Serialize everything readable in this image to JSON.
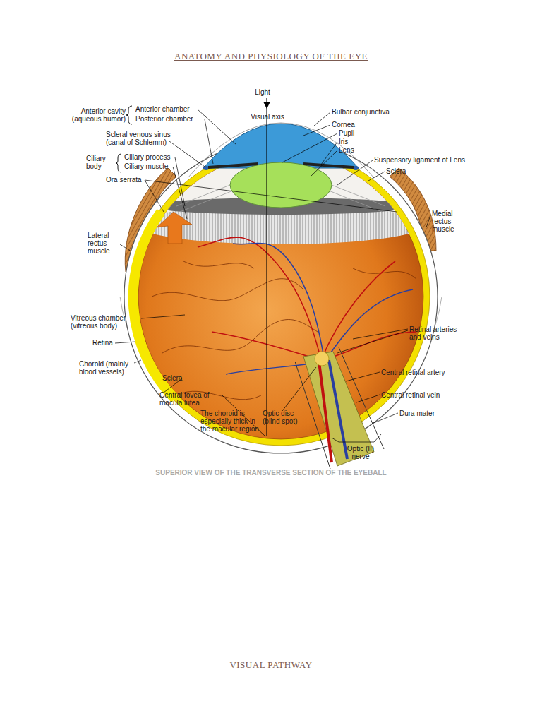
{
  "diagram": {
    "title": "ANATOMY AND PHYSIOLOGY OF THE EYE",
    "caption": "SUPERIOR VIEW OF THE TRANSVERSE SECTION OF THE EYEBALL",
    "labels": [
      "Light",
      "Visual axis",
      "Anterior cavity (aqueous humor)",
      "Anterior chamber",
      "Posterior chamber",
      "Bulbar conjunctiva",
      "Cornea",
      "Scleral venous sinus (canal of Schlemm)",
      "Pupil",
      "Iris",
      "Lens",
      "Ciliary body",
      "Ciliary process",
      "Ciliary muscle",
      "Suspensory ligament of Lens",
      "Sclera",
      "Ora serrata",
      "Medial rectus muscle",
      "Lateral rectus muscle",
      "Vitreous chamber (vitreous body)",
      "Retinal arteries and veins",
      "Retina",
      "Central retinal artery",
      "Choroid (mainly blood vessels)",
      "Sclera",
      "Central retinal vein",
      "Central fovea of macula lutea",
      "Dura mater",
      "The choroid is especially thick in the macular region",
      "Optic disc (blind spot)",
      "Optic (II) nerve",
      "VISUAL PATHWAY"
    ]
  }
}
